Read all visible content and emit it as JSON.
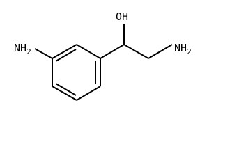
{
  "structure": {
    "labels": {
      "left_amine": {
        "element": "N",
        "hydrogens": "H",
        "count": "2"
      },
      "hydroxyl": "OH",
      "right_amine": {
        "element": "N",
        "hydrogens": "H",
        "count": "2"
      }
    },
    "colors": {
      "bond": "#000000",
      "text": "#000000",
      "background": "#ffffff"
    }
  }
}
